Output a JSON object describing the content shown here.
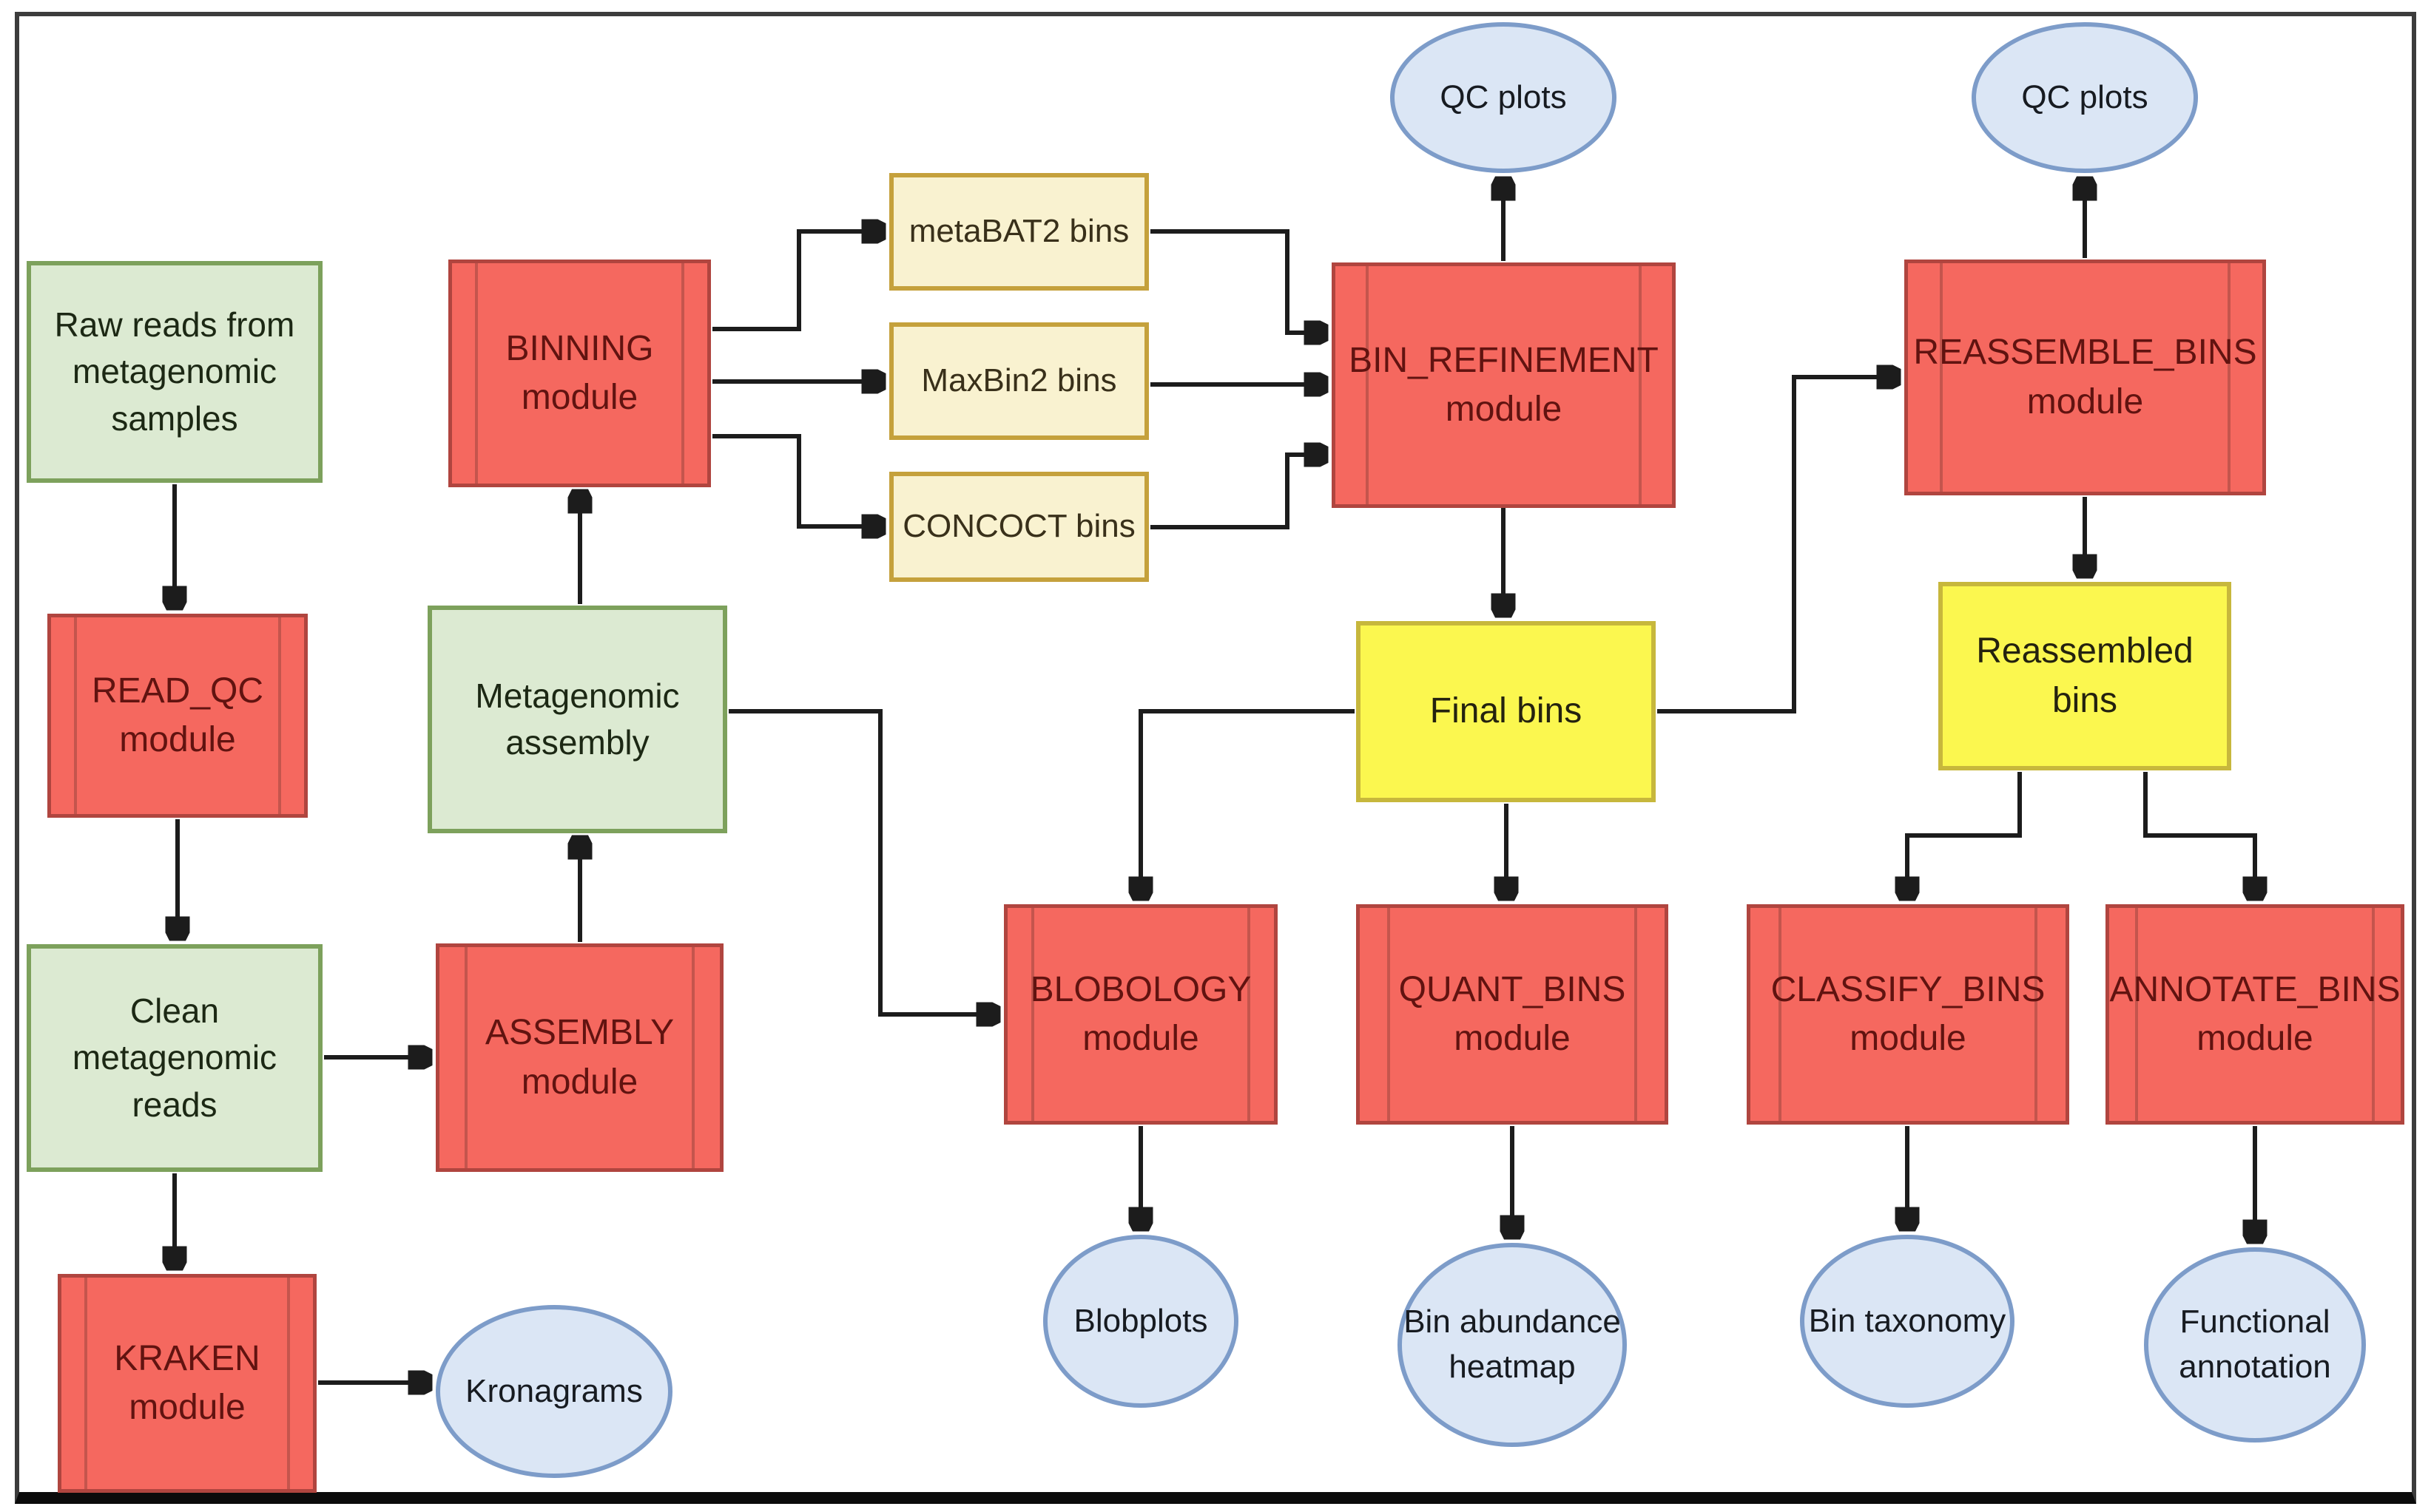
{
  "diagram_type": "pipeline-flowchart",
  "colors": {
    "module_box_fill": "#f5685f",
    "module_box_border": "#b0453f",
    "module_text": "#611310",
    "data_box_fill": "#dcead2",
    "data_box_border": "#7da15c",
    "bins_box_fill": "#f9f2d0",
    "bins_box_border": "#c5a13c",
    "result_box_fill": "#fbf74f",
    "result_box_border": "#c7b73c",
    "output_ellipse_fill": "#dbe6f5",
    "output_ellipse_border": "#7d9cc9",
    "arrow": "#1c1c1c",
    "frame_border": "#3c3c3c",
    "background": "#ffffff"
  },
  "nodes": {
    "raw_reads": {
      "label": "Raw reads from\nmetagenomic\nsamples",
      "shape": "rect-green"
    },
    "read_qc": {
      "label": "READ_QC\nmodule",
      "shape": "rect-red-module"
    },
    "clean_reads": {
      "label": "Clean metagenomic\nreads",
      "shape": "rect-green"
    },
    "kraken": {
      "label": "KRAKEN\nmodule",
      "shape": "rect-red-module"
    },
    "kronagrams": {
      "label": "Kronagrams",
      "shape": "ellipse-blue"
    },
    "assembly": {
      "label": "ASSEMBLY\nmodule",
      "shape": "rect-red-module"
    },
    "meta_assembly": {
      "label": "Metagenomic\nassembly",
      "shape": "rect-green"
    },
    "binning": {
      "label": "BINNING\nmodule",
      "shape": "rect-red-module"
    },
    "metabat2": {
      "label": "metaBAT2 bins",
      "shape": "rect-tan"
    },
    "maxbin2": {
      "label": "MaxBin2 bins",
      "shape": "rect-tan"
    },
    "concoct": {
      "label": "CONCOCT bins",
      "shape": "rect-tan"
    },
    "bin_refinement": {
      "label": "BIN_REFINEMENT\nmodule",
      "shape": "rect-red-module"
    },
    "qc_plots_left": {
      "label": "QC plots",
      "shape": "ellipse-blue"
    },
    "final_bins": {
      "label": "Final bins",
      "shape": "rect-yellow"
    },
    "blobology": {
      "label": "BLOBOLOGY\nmodule",
      "shape": "rect-red-module"
    },
    "blobplots": {
      "label": "Blobplots",
      "shape": "ellipse-blue"
    },
    "quant_bins": {
      "label": "QUANT_BINS\nmodule",
      "shape": "rect-red-module"
    },
    "bin_abundance": {
      "label": "Bin abundance\nheatmap",
      "shape": "ellipse-blue"
    },
    "reassemble_bins": {
      "label": "REASSEMBLE_BINS\nmodule",
      "shape": "rect-red-module"
    },
    "qc_plots_right": {
      "label": "QC plots",
      "shape": "ellipse-blue"
    },
    "reassembled_bins": {
      "label": "Reassembled bins",
      "shape": "rect-yellow"
    },
    "classify_bins": {
      "label": "CLASSIFY_BINS\nmodule",
      "shape": "rect-red-module"
    },
    "annotate_bins": {
      "label": "ANNOTATE_BINS\nmodule",
      "shape": "rect-red-module"
    },
    "bin_taxonomy": {
      "label": "Bin taxonomy",
      "shape": "ellipse-blue"
    },
    "functional_annotation": {
      "label": "Functional\nannotation",
      "shape": "ellipse-blue"
    }
  },
  "edges": [
    {
      "from": "raw_reads",
      "to": "read_qc"
    },
    {
      "from": "read_qc",
      "to": "clean_reads"
    },
    {
      "from": "clean_reads",
      "to": "kraken"
    },
    {
      "from": "kraken",
      "to": "kronagrams"
    },
    {
      "from": "clean_reads",
      "to": "assembly"
    },
    {
      "from": "assembly",
      "to": "meta_assembly"
    },
    {
      "from": "meta_assembly",
      "to": "binning"
    },
    {
      "from": "binning",
      "to": "metabat2"
    },
    {
      "from": "binning",
      "to": "maxbin2"
    },
    {
      "from": "binning",
      "to": "concoct"
    },
    {
      "from": "metabat2",
      "to": "bin_refinement"
    },
    {
      "from": "maxbin2",
      "to": "bin_refinement"
    },
    {
      "from": "concoct",
      "to": "bin_refinement"
    },
    {
      "from": "bin_refinement",
      "to": "qc_plots_left"
    },
    {
      "from": "bin_refinement",
      "to": "final_bins"
    },
    {
      "from": "final_bins",
      "to": "blobology"
    },
    {
      "from": "final_bins",
      "to": "quant_bins"
    },
    {
      "from": "final_bins",
      "to": "reassemble_bins"
    },
    {
      "from": "meta_assembly",
      "to": "blobology"
    },
    {
      "from": "blobology",
      "to": "blobplots"
    },
    {
      "from": "quant_bins",
      "to": "bin_abundance"
    },
    {
      "from": "reassemble_bins",
      "to": "qc_plots_right"
    },
    {
      "from": "reassemble_bins",
      "to": "reassembled_bins"
    },
    {
      "from": "reassembled_bins",
      "to": "classify_bins"
    },
    {
      "from": "reassembled_bins",
      "to": "annotate_bins"
    },
    {
      "from": "classify_bins",
      "to": "bin_taxonomy"
    },
    {
      "from": "annotate_bins",
      "to": "functional_annotation"
    }
  ]
}
